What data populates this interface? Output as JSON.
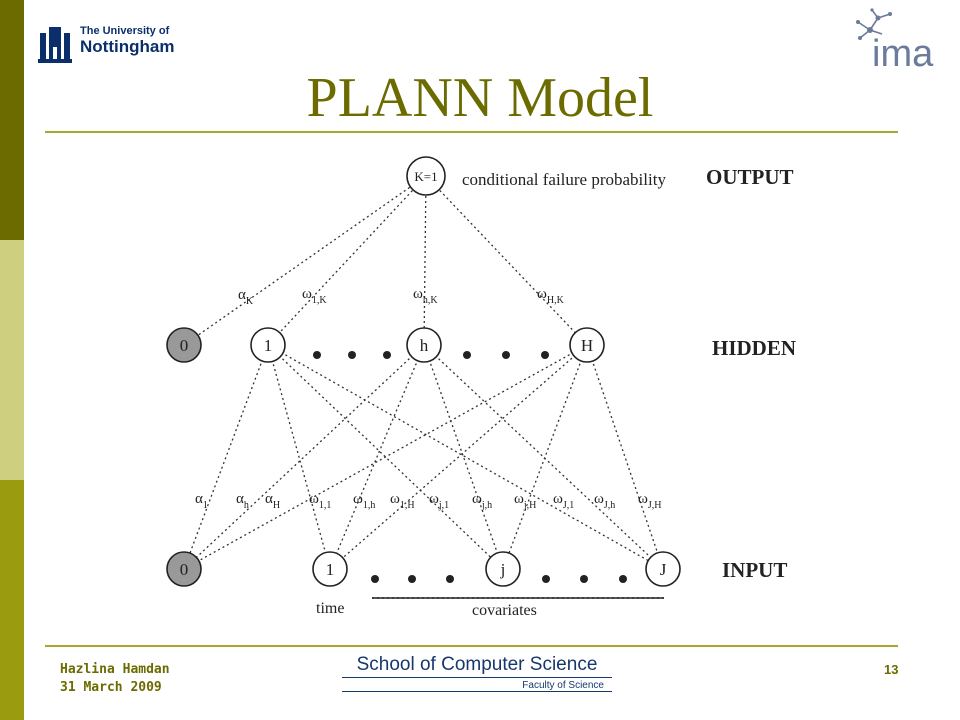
{
  "slide": {
    "title": "PLANN Model",
    "university_line1": "The University of",
    "university_line2": "Nottingham",
    "ima_logo_text": "ima",
    "author": "Hazlina Hamdan",
    "date": "31 March 2009",
    "school": "School of Computer Science",
    "faculty": "Faculty of Science",
    "page_number": "13"
  },
  "diagram": {
    "output_node": "K=1",
    "output_description": "conditional failure probability",
    "layer_labels": {
      "output": "OUTPUT",
      "hidden": "HIDDEN",
      "input": "INPUT"
    },
    "hidden_nodes": [
      "0",
      "1",
      "h",
      "H"
    ],
    "input_nodes": [
      "0",
      "1",
      "j",
      "J"
    ],
    "top_weights": [
      {
        "base": "α",
        "sub": "K"
      },
      {
        "base": "ω",
        "sub": "1,K"
      },
      {
        "base": "ω",
        "sub": "h,K"
      },
      {
        "base": "ω",
        "sub": "H,K"
      }
    ],
    "bottom_weights": [
      {
        "base": "α",
        "sub": "1"
      },
      {
        "base": "α",
        "sub": "h"
      },
      {
        "base": "α",
        "sub": "H"
      },
      {
        "base": "ω",
        "sub": "1,1"
      },
      {
        "base": "ω",
        "sub": "1,h"
      },
      {
        "base": "ω",
        "sub": "1,H"
      },
      {
        "base": "ω",
        "sub": "j,1"
      },
      {
        "base": "ω",
        "sub": "j,h"
      },
      {
        "base": "ω",
        "sub": "j,H"
      },
      {
        "base": "ω",
        "sub": "J,1"
      },
      {
        "base": "ω",
        "sub": "J,h"
      },
      {
        "base": "ω",
        "sub": "J,H"
      }
    ],
    "time_label": "time",
    "covariates_label": "covariates",
    "ellipsis": "• • •"
  },
  "colors": {
    "accent": "#6b6b00",
    "bias_node_fill": "#999999",
    "footer_blue": "#16386d"
  }
}
